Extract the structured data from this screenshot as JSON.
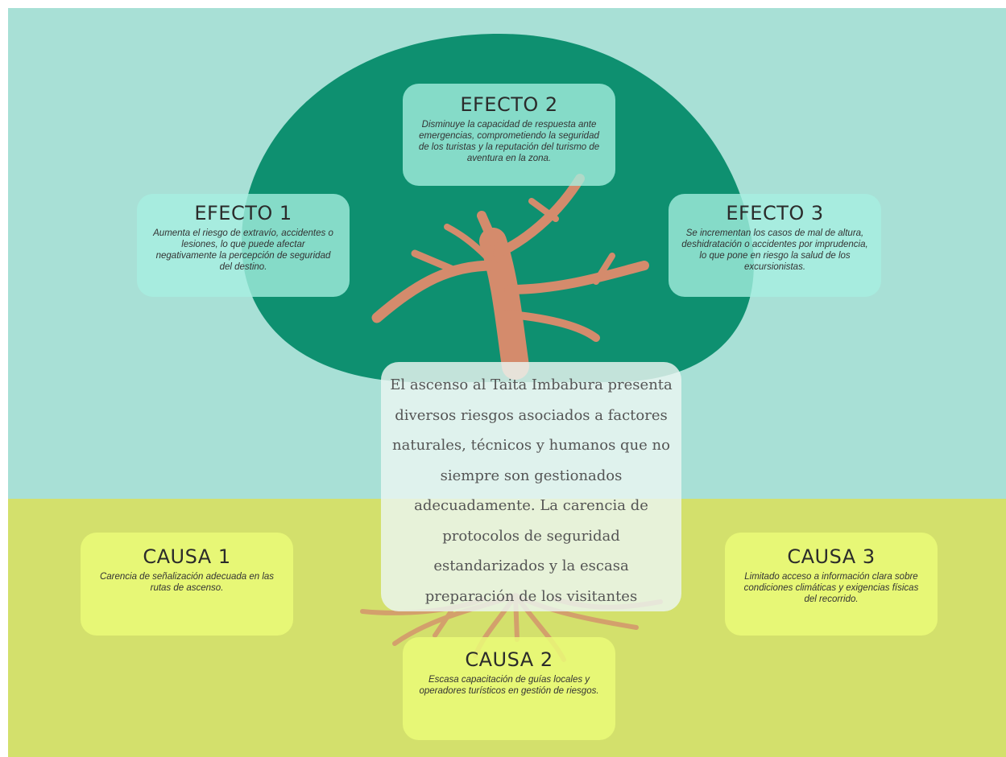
{
  "colors": {
    "sky": "#a8e0d6",
    "ground": "#d3e06c",
    "canopy": "#0e9070",
    "trunk": "#d48b6c",
    "effect_box": "#a7efe1",
    "cause_box": "#eafa78"
  },
  "effects": [
    {
      "title": "EFECTO 1",
      "text": "Aumenta el riesgo de extravío, accidentes o lesiones, lo que puede afectar negativamente la percepción de seguridad del destino."
    },
    {
      "title": "EFECTO 2",
      "text": "Disminuye la capacidad de respuesta ante emergencias, comprometiendo la seguridad de los turistas y la reputación del turismo de aventura en la zona."
    },
    {
      "title": "EFECTO 3",
      "text": "Se incrementan los casos de mal de altura, deshidratación o accidentes por imprudencia, lo que pone en riesgo la salud de los excursionistas."
    }
  ],
  "problem": "El ascenso al Taita Imbabura presenta diversos riesgos asociados a factores naturales, técnicos y humanos que no siempre son gestionados adecuadamente. La carencia de protocolos de seguridad estandarizados y la escasa preparación de los visitantes",
  "causes": [
    {
      "title": "CAUSA 1",
      "text": "Carencia de señalización adecuada en las rutas de ascenso."
    },
    {
      "title": "CAUSA 2",
      "text": "Escasa capacitación de guías locales y operadores turísticos en gestión de riesgos."
    },
    {
      "title": "CAUSA 3",
      "text": "Limitado acceso a información clara sobre condiciones climáticas y exigencias físicas del recorrido."
    }
  ]
}
